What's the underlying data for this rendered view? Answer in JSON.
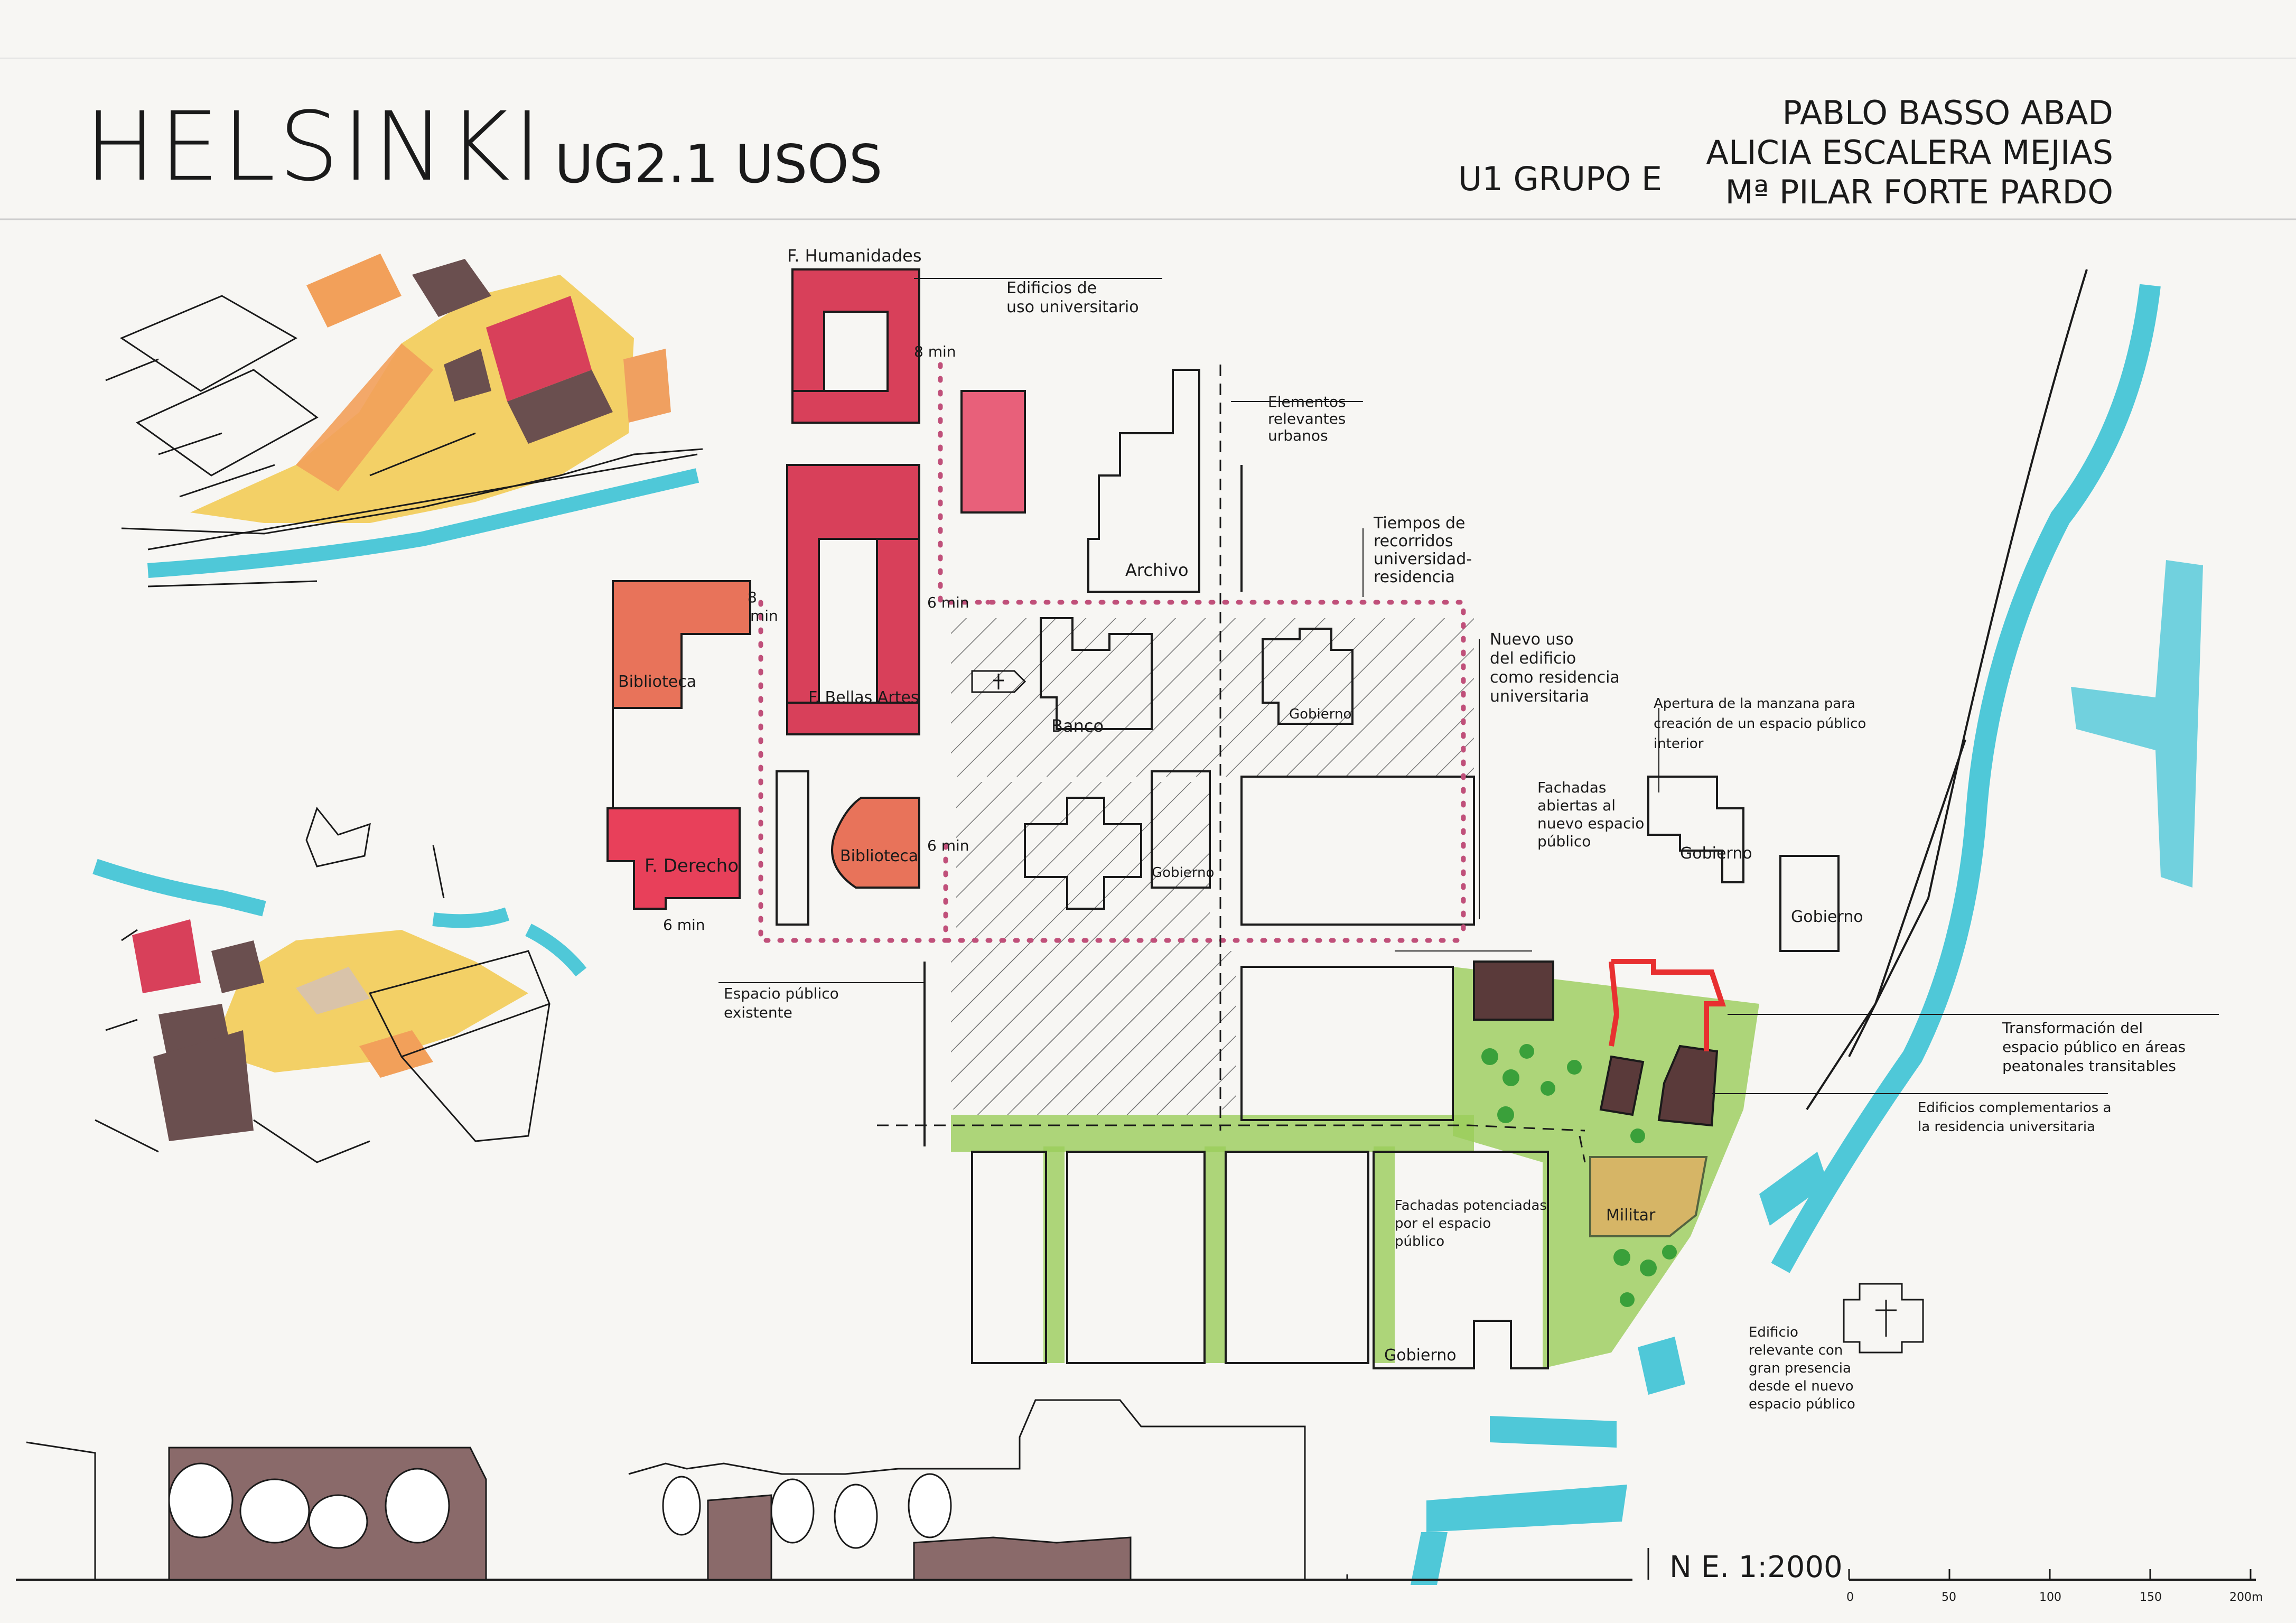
{
  "header": {
    "city": "HELSINKI",
    "subtitle": "UG2.1 USOS",
    "group": "U1 GRUPO E",
    "authors": [
      "PABLO BASSO ABAD",
      "ALICIA ESCALERA MEJIAS",
      "Mª PILAR FORTE PARDO"
    ]
  },
  "labels": {
    "f_humanidades": "F. Humanidades",
    "f_bellas_artes": "F. Bellas Artes",
    "biblioteca_1": "Biblioteca",
    "biblioteca_2": "Biblioteca",
    "f_derecho": "F. Derecho",
    "archivo": "Archivo",
    "banco": "Banco",
    "gobierno_1": "Gobierno",
    "gobierno_2": "Gobierno",
    "gobierno_3": "Gobierno",
    "gobierno_4": "Gobierno",
    "gobierno_5": "Gobierno",
    "militar": "Militar"
  },
  "times": {
    "t1": "8 min",
    "t2": "8\nmin",
    "t3": "6 min",
    "t4": "6 min",
    "t5": "6 min"
  },
  "annotations": {
    "uso_universitario": [
      "Edificios de",
      "uso universitario"
    ],
    "elementos_urbanos": [
      "Elementos",
      "relevantes",
      "urbanos"
    ],
    "tiempos": [
      "Tiempos de",
      "recorridos",
      "universidad-",
      "residencia"
    ],
    "nuevo_uso": [
      "Nuevo uso",
      "del edificio",
      "como residencia",
      "universitaria"
    ],
    "apertura": [
      "Apertura de la manzana para",
      "creación de un espacio público",
      "interior"
    ],
    "fachadas_abiertas": [
      "Fachadas",
      "abiertas al",
      "nuevo espacio",
      "público"
    ],
    "espacio_existente": [
      "Espacio público",
      "existente"
    ],
    "transformacion": [
      "Transformación del",
      "espacio público en áreas",
      "peatonales transitables"
    ],
    "complementarios": [
      "Edificios complementarios a",
      "la residencia universitaria"
    ],
    "fachadas_potenciadas": [
      "Fachadas potenciadas",
      "por el espacio",
      "público"
    ],
    "edificio_relevante": [
      "Edificio",
      "relevante con",
      "gran presencia",
      "desde el nuevo",
      "espacio público"
    ]
  },
  "scale": {
    "label": "N E. 1:2000",
    "ticks": [
      "0",
      "50",
      "100",
      "150",
      "200m"
    ]
  },
  "colors": {
    "university": "#d8405a",
    "library": "#e8735a",
    "residence": "#5a3a3a",
    "green": "#9acd5a",
    "water": "#4fc8d8",
    "yellow": "#f2c94c",
    "route": "#c0507a"
  }
}
